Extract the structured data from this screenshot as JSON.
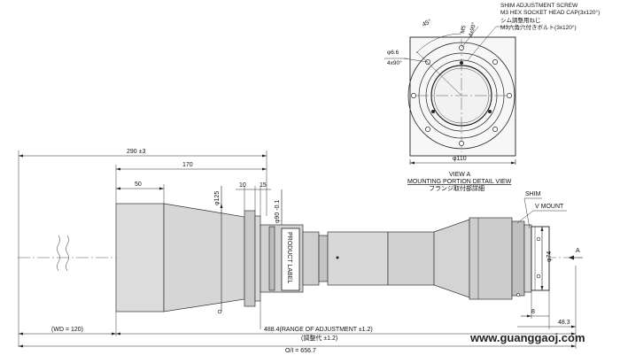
{
  "view_a": {
    "callout": [
      "SHIM ADJUSTMENT SCREW",
      "M3 HEX SOCKET HEAD CAP(3x120°)",
      "シム調整用ねじ",
      "M3六角穴付きボルト(3x120°)"
    ],
    "angle_45": "45°",
    "m5": "M5",
    "m5_holes": "4x90°",
    "hole_dia": "φ6.6",
    "hole_count": "4x90°",
    "flange_dia": "φ110",
    "title": "VIEW A",
    "subtitle": "MOUNTING PORTION DETAIL VIEW",
    "subtitle_jp": "フランジ取付部詳細"
  },
  "main": {
    "dim_290": "290 ±3",
    "dim_170": "170",
    "dim_50": "50",
    "dim_10": "10",
    "dim_15": "15",
    "dia_125": "φ125",
    "dia_90": "φ90 -0.1",
    "product_label": "PRODUCT LABEL",
    "shim": "SHIM",
    "v_mount": "V MOUNT",
    "dia_74": "φ74",
    "view_marker": "A",
    "dim_8": "8",
    "dim_48": "48.3",
    "wd": "(WD = 120)",
    "range": "488.4(RANGE OF ADJUSTMENT ±1.2)",
    "range_jp": "(調整代 ±1.2)",
    "oi": "O/I = 656.7"
  },
  "watermark": "www.guanggaoj.com"
}
